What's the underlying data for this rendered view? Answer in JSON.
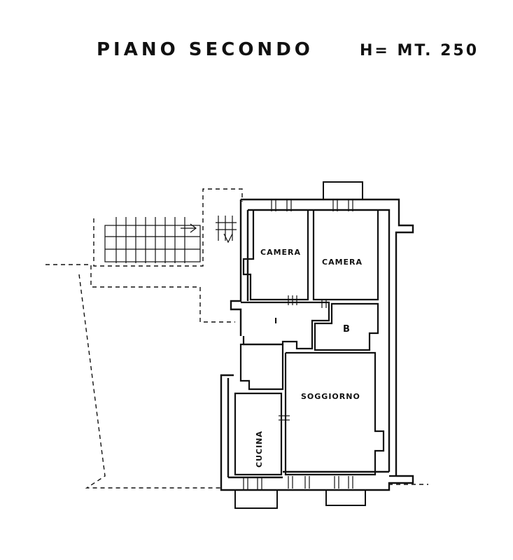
{
  "header": {
    "title": "PIANO SECONDO",
    "height_label": "H= MT. 250"
  },
  "rooms": {
    "camera_left": "CAMERA",
    "camera_right": "CAMERA",
    "hall": "I",
    "bath": "B",
    "living": "SOGGIORNO",
    "kitchen": "CUCINA"
  },
  "colors": {
    "ink": "#111111",
    "paper": "#ffffff"
  }
}
